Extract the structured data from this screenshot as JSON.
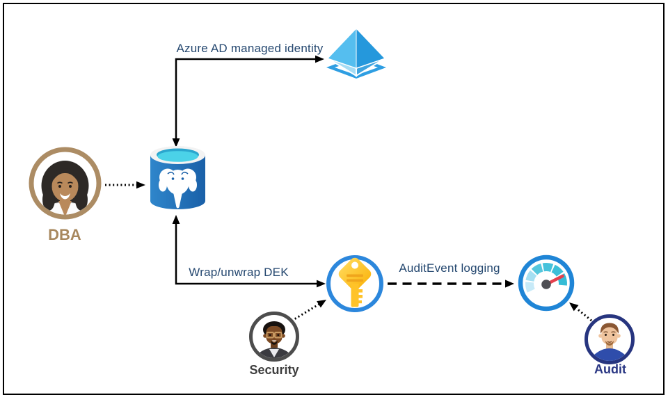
{
  "diagram": {
    "flows": {
      "azure_ad_label": "Azure AD managed identity",
      "wrap_dek_label": "Wrap/unwrap DEK",
      "audit_event_label": "AuditEvent logging"
    },
    "personas": {
      "dba": {
        "label": "DBA"
      },
      "security": {
        "label": "Security"
      },
      "audit": {
        "label": "Audit"
      }
    },
    "icons": {
      "azure_ad": "azure-active-directory-icon",
      "postgresql": "azure-postgresql-database-icon",
      "key": "key-vault-key-icon",
      "gauge": "audit-metrics-gauge-icon"
    },
    "colors": {
      "flow_label_text": "#24476F",
      "dba_label_text": "#A8885E",
      "security_label_text": "#3E3E3E",
      "audit_label_text": "#293683",
      "arrow": "#000000",
      "postgres_blue": "#1E6FB8",
      "postgres_top_cyan": "#4BD2E8",
      "key_gold": "#FFC328",
      "key_ring_blue": "#2C87DC",
      "gauge_ring_blue": "#1F85D6",
      "gauge_needle_red": "#E4404D",
      "azure_ad_light": "#55BEEF",
      "azure_ad_dark": "#2598DC",
      "dba_ring": "#AC8C64",
      "security_ring": "#4D4D4D",
      "audit_ring": "#27357F",
      "border": "#000000"
    }
  }
}
